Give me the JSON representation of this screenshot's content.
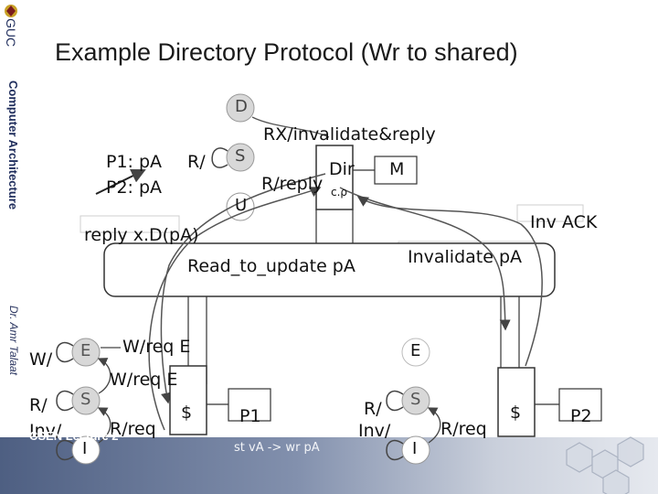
{
  "slide": {
    "title": "Example Directory Protocol (Wr to shared)",
    "sidebar_logo_text": "GUC",
    "sidebar_course": "Computer Architecture",
    "sidebar_author": "Dr. Amr Talaat",
    "footer": "CSEN Lecture  2"
  },
  "diagram": {
    "dir_states": {
      "d": "D",
      "s": "S",
      "u": "U"
    },
    "dir_transitions": {
      "rx": "RX/invalidate&reply",
      "r_reply": "R/reply",
      "r": "R/"
    },
    "dir_label": "Dir",
    "mem_label": "M",
    "ctr_label": "c.ρ",
    "p1_entry": "P1: pA",
    "p2_entry": "P2: pA",
    "reply_label": "reply x.D(pA)",
    "read_to_update": "Read_to_update pA",
    "invalidate_label": "Invalidate pA",
    "inv_ack": "Inv ACK",
    "p1": {
      "states": {
        "e": "E",
        "s": "S",
        "i": "I"
      },
      "w_label": "W/",
      "r_label": "R/",
      "inv_label": "Inv/",
      "wreq_e_1": "W/req E",
      "wreq_e_2": "W/req E",
      "rreq": "R/req",
      "cache": "$",
      "proc": "P1"
    },
    "p2": {
      "states": {
        "e": "E",
        "s": "S",
        "i": "I"
      },
      "r_label": "R/",
      "inv_label": "Inv/",
      "rreq": "R/req",
      "cache": "$",
      "proc": "P2"
    },
    "note": "st vA -> wr pA"
  }
}
